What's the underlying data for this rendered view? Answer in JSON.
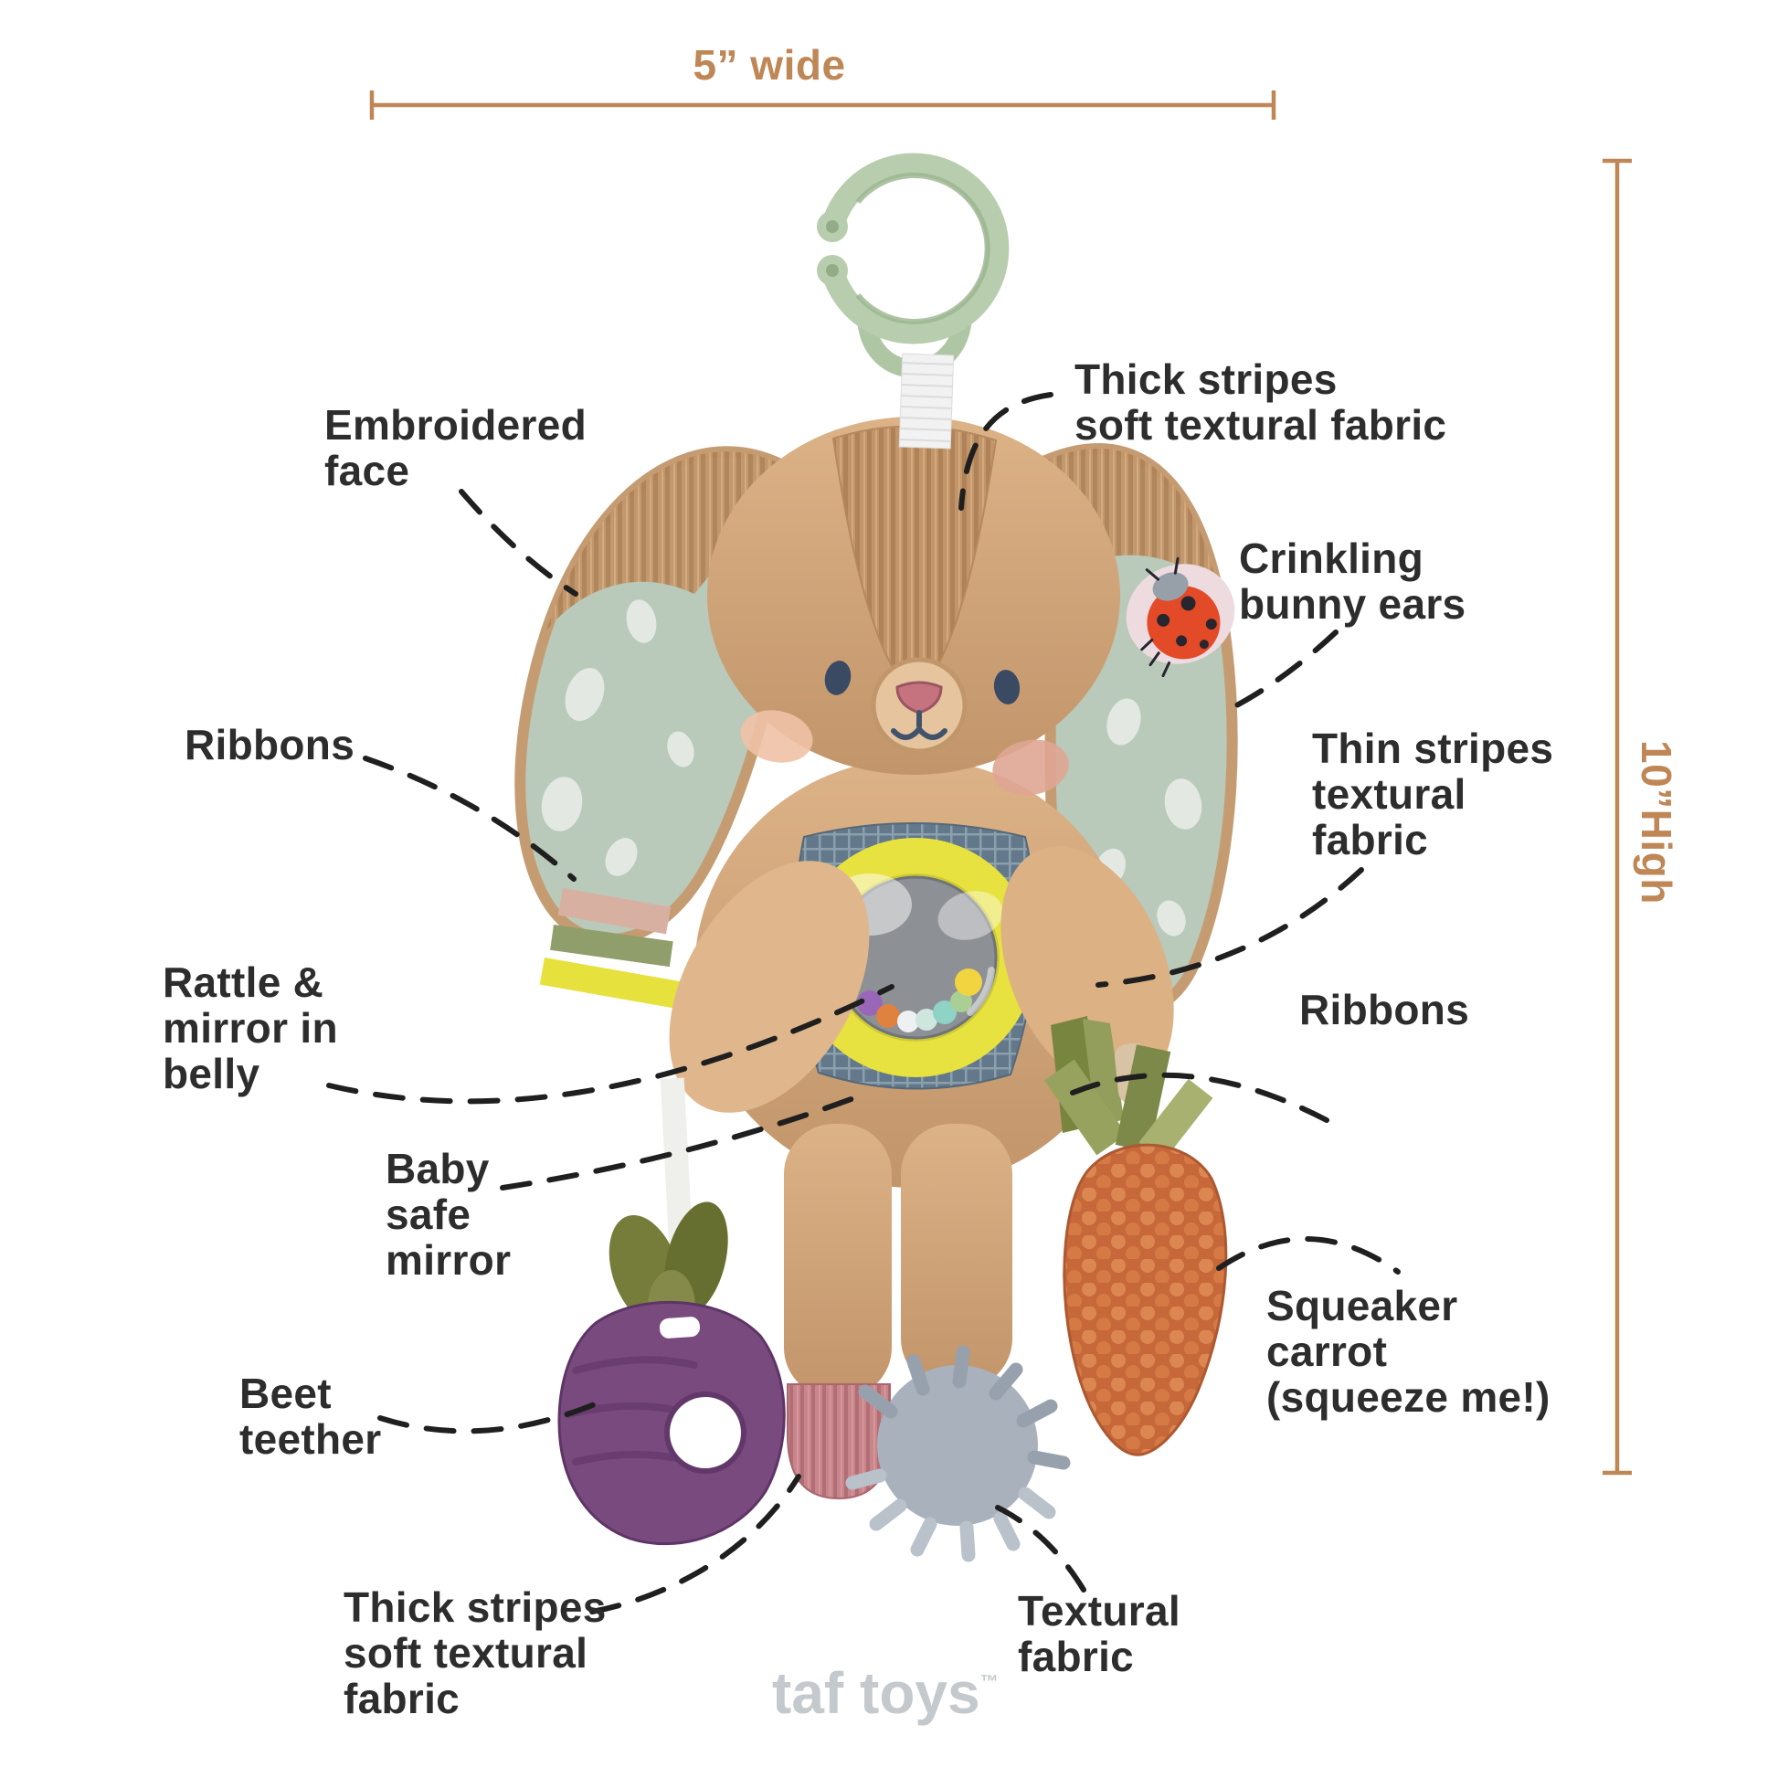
{
  "measurements": {
    "width_label": "5” wide",
    "height_label": "10”High"
  },
  "annotations": {
    "embroidered_face": "Embroidered\nface",
    "thick_stripes_top": "Thick stripes\nsoft textural fabric",
    "crinkling_ears": "Crinkling\nbunny ears",
    "ribbons_left": "Ribbons",
    "thin_stripes": "Thin stripes\ntextural\nfabric",
    "rattle_mirror": "Rattle &\nmirror in\nbelly",
    "ribbons_right": "Ribbons",
    "baby_safe_mirror": "Baby\nsafe\nmirror",
    "squeaker_carrot": "Squeaker\ncarrot\n(squeeze me!)",
    "beet_teether": "Beet\nteether",
    "thick_stripes_bottom": "Thick stripes\nsoft textural\nfabric",
    "textural_fabric": "Textural\nfabric"
  },
  "brand": {
    "logo": "taf toys",
    "trademark": "™"
  },
  "theme": {
    "accent": "#bf8656",
    "label": "#2d2d2d",
    "dash": "#1f1f1f",
    "logo_gray": "#c3c9cc",
    "ring_green": "#b7cdad",
    "bunny_tan": "#d3a77c",
    "ear_sage": "#b9c9ba",
    "belly_blue": "#63788a",
    "mirror_ring_yellow": "#e7e23f",
    "beet_purple": "#794a7e",
    "carrot_orange": "#c6683a",
    "foot_pink": "#c8868b",
    "pom_gray": "#a8b1bc",
    "ladybug_red": "#e34a27"
  }
}
